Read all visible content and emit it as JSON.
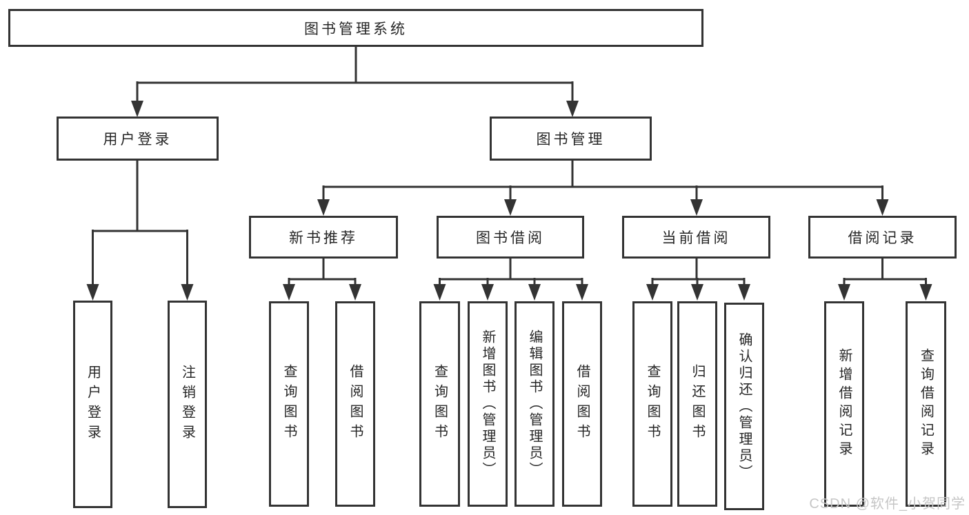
{
  "diagram": {
    "title_node": {
      "label": "图书管理系统"
    },
    "level2": [
      {
        "id": "user-login",
        "label": "用户登录"
      },
      {
        "id": "book-management",
        "label": "图书管理"
      }
    ],
    "level3": [
      {
        "id": "new-book-recommend",
        "label": "新书推荐"
      },
      {
        "id": "book-borrow",
        "label": "图书借阅"
      },
      {
        "id": "current-borrow",
        "label": "当前借阅"
      },
      {
        "id": "borrow-record",
        "label": "借阅记录"
      }
    ],
    "leaves": {
      "login": [
        {
          "label": "用户登录"
        },
        {
          "label": "注销登录"
        }
      ],
      "recommend": [
        {
          "label": "查询图书"
        },
        {
          "label": "借阅图书"
        }
      ],
      "borrow": [
        {
          "label": "查询图书"
        },
        {
          "label": "新增图书（管理员）"
        },
        {
          "label": "编辑图书（管理员）"
        },
        {
          "label": "借阅图书"
        }
      ],
      "current": [
        {
          "label": "查询图书"
        },
        {
          "label": "归还图书"
        },
        {
          "label": "确认归还（管理员）"
        }
      ],
      "record": [
        {
          "label": "新增借阅记录"
        },
        {
          "label": "查询借阅记录"
        }
      ]
    },
    "colors": {
      "line": "#333333",
      "text": "#262626",
      "box_background": "#ffffff",
      "watermark": "#c6c6c6"
    }
  },
  "watermark": {
    "text": "CSDN @软件_小贺同学"
  }
}
